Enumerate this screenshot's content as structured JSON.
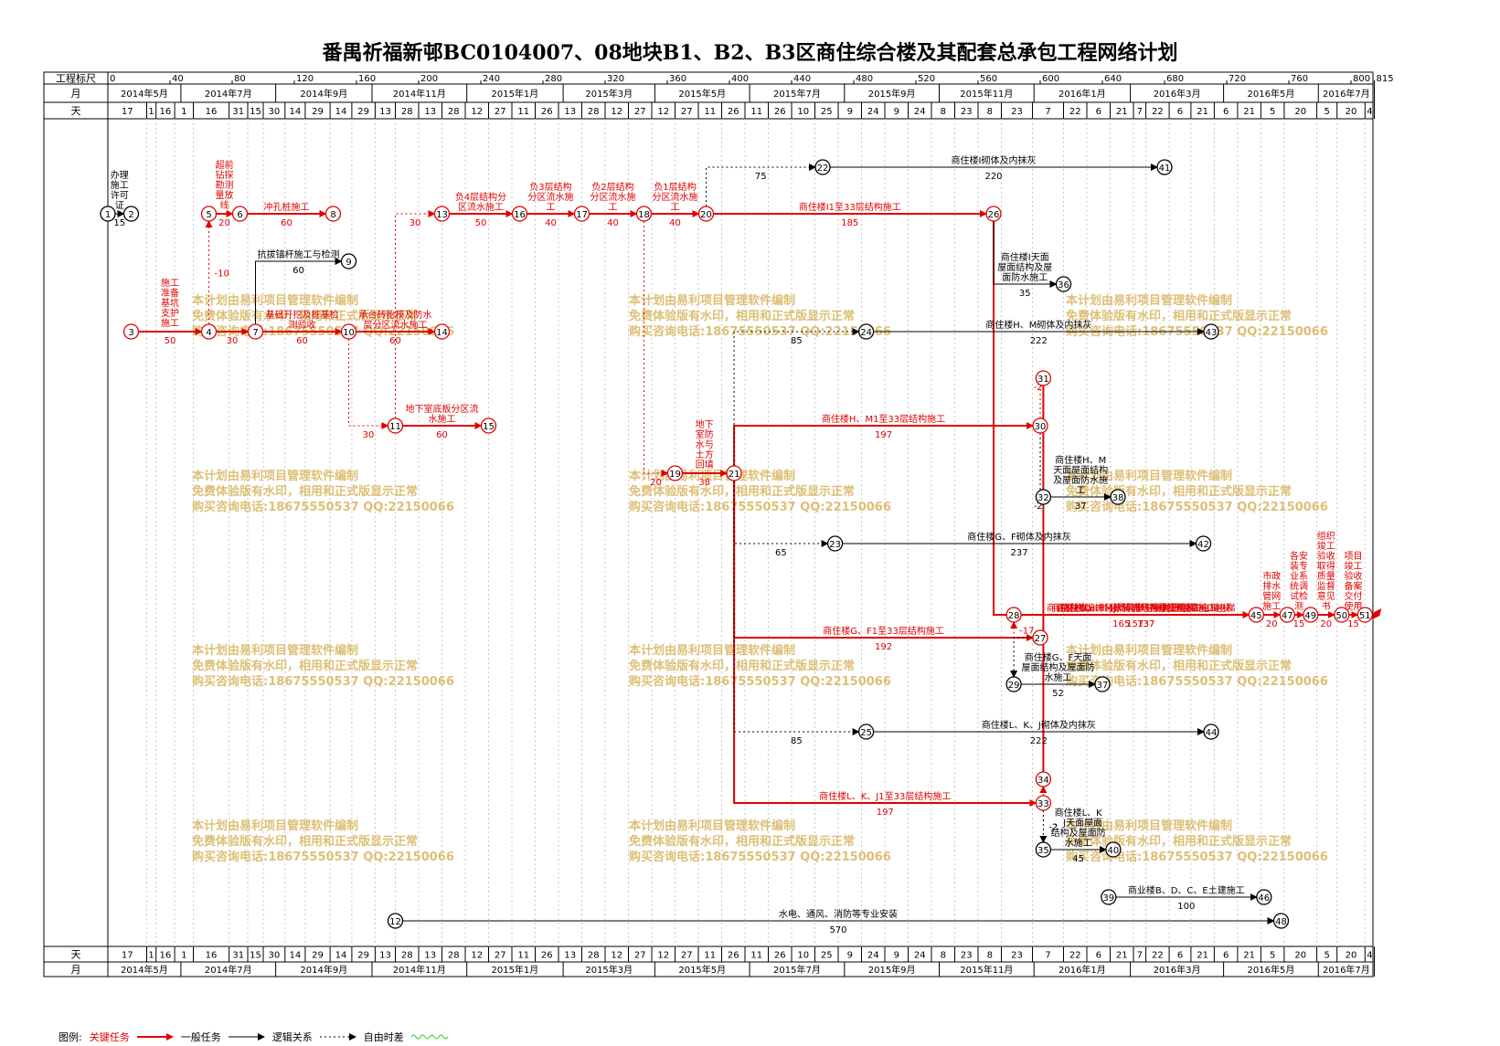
{
  "title": "番禺祈福新邨BC0104007、08地块B1、B2、B3区商住综合楼及其配套总承包工程网络计划",
  "header": {
    "row_labels": {
      "ruler": "工程标尺",
      "month": "月",
      "day": "天"
    },
    "ruler": [
      {
        "t": 0,
        "label": "0"
      },
      {
        "t": 40,
        "label": "40"
      },
      {
        "t": 80,
        "label": "80"
      },
      {
        "t": 120,
        "label": "120"
      },
      {
        "t": 160,
        "label": "160"
      },
      {
        "t": 200,
        "label": "200"
      },
      {
        "t": 240,
        "label": "240"
      },
      {
        "t": 280,
        "label": "280"
      },
      {
        "t": 320,
        "label": "320"
      },
      {
        "t": 360,
        "label": "360"
      },
      {
        "t": 400,
        "label": "400"
      },
      {
        "t": 440,
        "label": "440"
      },
      {
        "t": 480,
        "label": "480"
      },
      {
        "t": 520,
        "label": "520"
      },
      {
        "t": 560,
        "label": "560"
      },
      {
        "t": 600,
        "label": "600"
      },
      {
        "t": 640,
        "label": "640"
      },
      {
        "t": 680,
        "label": "680"
      },
      {
        "t": 720,
        "label": "720"
      },
      {
        "t": 760,
        "label": "760"
      },
      {
        "t": 800,
        "label": "800"
      },
      {
        "t": 815,
        "label": "815"
      }
    ],
    "months": [
      {
        "t0": 0,
        "t1": 47,
        "label": "2014年5月"
      },
      {
        "t0": 47,
        "t1": 108,
        "label": "2014年7月"
      },
      {
        "t0": 108,
        "t1": 170,
        "label": "2014年9月"
      },
      {
        "t0": 170,
        "t1": 231,
        "label": "2014年11月"
      },
      {
        "t0": 231,
        "t1": 293,
        "label": "2015年1月"
      },
      {
        "t0": 293,
        "t1": 352,
        "label": "2015年3月"
      },
      {
        "t0": 352,
        "t1": 413,
        "label": "2015年5月"
      },
      {
        "t0": 413,
        "t1": 474,
        "label": "2015年7月"
      },
      {
        "t0": 474,
        "t1": 535,
        "label": "2015年9月"
      },
      {
        "t0": 535,
        "t1": 596,
        "label": "2015年11月"
      },
      {
        "t0": 596,
        "t1": 658,
        "label": "2016年1月"
      },
      {
        "t0": 658,
        "t1": 718,
        "label": "2016年3月"
      },
      {
        "t0": 718,
        "t1": 779,
        "label": "2016年5月"
      },
      {
        "t0": 779,
        "t1": 815,
        "label": "2016年7月"
      }
    ],
    "days": [
      {
        "t0": 0,
        "t1": 25,
        "label": "17"
      },
      {
        "t0": 25,
        "t1": 31,
        "label": "1"
      },
      {
        "t0": 31,
        "t1": 43,
        "label": "16"
      },
      {
        "t0": 43,
        "t1": 55,
        "label": "1"
      },
      {
        "t0": 55,
        "t1": 78,
        "label": "16"
      },
      {
        "t0": 78,
        "t1": 90,
        "label": "31"
      },
      {
        "t0": 90,
        "t1": 100,
        "label": "15"
      },
      {
        "t0": 100,
        "t1": 114,
        "label": "30"
      },
      {
        "t0": 114,
        "t1": 127,
        "label": "14"
      },
      {
        "t0": 127,
        "t1": 143,
        "label": "29"
      },
      {
        "t0": 143,
        "t1": 157,
        "label": "14"
      },
      {
        "t0": 157,
        "t1": 172,
        "label": "29"
      },
      {
        "t0": 172,
        "t1": 185,
        "label": "13"
      },
      {
        "t0": 185,
        "t1": 200,
        "label": "28"
      },
      {
        "t0": 200,
        "t1": 215,
        "label": "13"
      },
      {
        "t0": 215,
        "t1": 230,
        "label": "28"
      },
      {
        "t0": 230,
        "t1": 245,
        "label": "12"
      },
      {
        "t0": 245,
        "t1": 260,
        "label": "27"
      },
      {
        "t0": 260,
        "t1": 275,
        "label": "11"
      },
      {
        "t0": 275,
        "t1": 290,
        "label": "26"
      },
      {
        "t0": 290,
        "t1": 305,
        "label": "13"
      },
      {
        "t0": 305,
        "t1": 320,
        "label": "28"
      },
      {
        "t0": 320,
        "t1": 335,
        "label": "12"
      },
      {
        "t0": 335,
        "t1": 350,
        "label": "27"
      },
      {
        "t0": 350,
        "t1": 365,
        "label": "12"
      },
      {
        "t0": 365,
        "t1": 380,
        "label": "27"
      },
      {
        "t0": 380,
        "t1": 395,
        "label": "11"
      },
      {
        "t0": 395,
        "t1": 410,
        "label": "26"
      },
      {
        "t0": 410,
        "t1": 425,
        "label": "11"
      },
      {
        "t0": 425,
        "t1": 440,
        "label": "26"
      },
      {
        "t0": 440,
        "t1": 455,
        "label": "10"
      },
      {
        "t0": 455,
        "t1": 470,
        "label": "25"
      },
      {
        "t0": 470,
        "t1": 485,
        "label": "9"
      },
      {
        "t0": 485,
        "t1": 500,
        "label": "24"
      },
      {
        "t0": 500,
        "t1": 515,
        "label": "9"
      },
      {
        "t0": 515,
        "t1": 530,
        "label": "24"
      },
      {
        "t0": 530,
        "t1": 545,
        "label": "8"
      },
      {
        "t0": 545,
        "t1": 560,
        "label": "23"
      },
      {
        "t0": 560,
        "t1": 575,
        "label": "8"
      },
      {
        "t0": 575,
        "t1": 595,
        "label": "23"
      },
      {
        "t0": 595,
        "t1": 615,
        "label": "7"
      },
      {
        "t0": 615,
        "t1": 630,
        "label": "22"
      },
      {
        "t0": 630,
        "t1": 645,
        "label": "6"
      },
      {
        "t0": 645,
        "t1": 660,
        "label": "21"
      },
      {
        "t0": 660,
        "t1": 668,
        "label": "7"
      },
      {
        "t0": 668,
        "t1": 683,
        "label": "22"
      },
      {
        "t0": 683,
        "t1": 697,
        "label": "6"
      },
      {
        "t0": 697,
        "t1": 712,
        "label": "21"
      },
      {
        "t0": 712,
        "t1": 727,
        "label": "6"
      },
      {
        "t0": 727,
        "t1": 742,
        "label": "21"
      },
      {
        "t0": 742,
        "t1": 757,
        "label": "5"
      },
      {
        "t0": 757,
        "t1": 778,
        "label": "20"
      },
      {
        "t0": 778,
        "t1": 791,
        "label": "5"
      },
      {
        "t0": 791,
        "t1": 809,
        "label": "20"
      },
      {
        "t0": 809,
        "t1": 815,
        "label": "4"
      }
    ]
  },
  "nodes": [
    {
      "id": "1",
      "t": 0,
      "lane": "l1"
    },
    {
      "id": "2",
      "t": 15,
      "lane": "l1"
    },
    {
      "id": "3",
      "t": 15,
      "lane": "l5"
    },
    {
      "id": "4",
      "t": 65,
      "lane": "l5"
    },
    {
      "id": "5",
      "t": 65,
      "lane": "l1"
    },
    {
      "id": "6",
      "t": 85,
      "lane": "l1"
    },
    {
      "id": "7",
      "t": 95,
      "lane": "l5"
    },
    {
      "id": "8",
      "t": 145,
      "lane": "l1"
    },
    {
      "id": "9",
      "t": 155,
      "lane": "l3"
    },
    {
      "id": "10",
      "t": 155,
      "lane": "l5"
    },
    {
      "id": "11",
      "t": 185,
      "lane": "l8"
    },
    {
      "id": "12",
      "t": 185,
      "lane": "l22"
    },
    {
      "id": "13",
      "t": 215,
      "lane": "l1"
    },
    {
      "id": "14",
      "t": 215,
      "lane": "l5"
    },
    {
      "id": "15",
      "t": 245,
      "lane": "l8"
    },
    {
      "id": "16",
      "t": 265,
      "lane": "l1"
    },
    {
      "id": "17",
      "t": 305,
      "lane": "l1"
    },
    {
      "id": "18",
      "t": 345,
      "lane": "l1"
    },
    {
      "id": "19",
      "t": 365,
      "lane": "l10"
    },
    {
      "id": "20",
      "t": 385,
      "lane": "l1"
    },
    {
      "id": "21",
      "t": 403,
      "lane": "l10"
    },
    {
      "id": "22",
      "t": 460,
      "lane": "l0"
    },
    {
      "id": "23",
      "t": 468,
      "lane": "l11"
    },
    {
      "id": "24",
      "t": 488,
      "lane": "l5"
    },
    {
      "id": "25",
      "t": 488,
      "lane": "l15"
    },
    {
      "id": "26",
      "t": 570,
      "lane": "l1"
    },
    {
      "id": "27",
      "t": 600,
      "lane": "l13"
    },
    {
      "id": "28",
      "t": 583,
      "lane": "l12"
    },
    {
      "id": "29",
      "t": 583,
      "lane": "l14"
    },
    {
      "id": "30",
      "t": 600,
      "lane": "l8"
    },
    {
      "id": "31",
      "t": 602,
      "lane": "l7"
    },
    {
      "id": "32",
      "t": 602,
      "lane": "l10b"
    },
    {
      "id": "33",
      "t": 602,
      "lane": "l17"
    },
    {
      "id": "34",
      "t": 602,
      "lane": "l16"
    },
    {
      "id": "35",
      "t": 602,
      "lane": "l19"
    },
    {
      "id": "36",
      "t": 615,
      "lane": "l3b"
    },
    {
      "id": "37",
      "t": 640,
      "lane": "l14"
    },
    {
      "id": "38",
      "t": 650,
      "lane": "l10b"
    },
    {
      "id": "39",
      "t": 644,
      "lane": "l20"
    },
    {
      "id": "40",
      "t": 647,
      "lane": "l19"
    },
    {
      "id": "41",
      "t": 680,
      "lane": "l0"
    },
    {
      "id": "42",
      "t": 705,
      "lane": "l11"
    },
    {
      "id": "43",
      "t": 710,
      "lane": "l5"
    },
    {
      "id": "44",
      "t": 710,
      "lane": "l15"
    },
    {
      "id": "45",
      "t": 739,
      "lane": "l12"
    },
    {
      "id": "46",
      "t": 744,
      "lane": "l20"
    },
    {
      "id": "47",
      "t": 759,
      "lane": "l12"
    },
    {
      "id": "48",
      "t": 755,
      "lane": "l22"
    },
    {
      "id": "49",
      "t": 774,
      "lane": "l12"
    },
    {
      "id": "50",
      "t": 794,
      "lane": "l12"
    },
    {
      "id": "51",
      "t": 809,
      "lane": "l12"
    }
  ],
  "activities": [
    {
      "from": "1",
      "to": "2",
      "type": "general",
      "name": "办理施工许可证",
      "dur": "15",
      "vertical_name": true
    },
    {
      "from": "3",
      "to": "4",
      "type": "critical",
      "name": "施工准备基坑支护施工",
      "dur": "50",
      "vertical_name": true
    },
    {
      "from": "5",
      "to": "6",
      "type": "critical",
      "name": "超前钻探勘测量放线",
      "dur": "20",
      "vertical_name": true
    },
    {
      "from": "6",
      "to": "8",
      "type": "critical",
      "name": "冲孔桩施工",
      "dur": "60"
    },
    {
      "from": "7",
      "to": "10",
      "type": "critical",
      "name": "基础开挖及桩基检测验收",
      "dur": "60"
    },
    {
      "from": "10",
      "to": "14",
      "type": "critical",
      "name": "承台砖胎模及防水层分区流水施工",
      "dur": "60"
    },
    {
      "from": "11",
      "to": "15",
      "type": "critical",
      "name": "地下室底板分区流水施工",
      "dur": "60"
    },
    {
      "from": "13",
      "to": "16",
      "type": "critical",
      "name": "负4层结构分区流水施工",
      "dur": "50"
    },
    {
      "from": "16",
      "to": "17",
      "type": "critical",
      "name": "负3层结构分区流水施工",
      "dur": "40"
    },
    {
      "from": "17",
      "to": "18",
      "type": "critical",
      "name": "负2层结构分区流水施工",
      "dur": "40"
    },
    {
      "from": "18",
      "to": "20",
      "type": "critical",
      "name": "负1层结构分区流水施工",
      "dur": "40"
    },
    {
      "from": "19",
      "to": "21",
      "type": "critical",
      "name": "地下室防水与土方回填",
      "dur": "38",
      "vertical_name": true
    },
    {
      "from": "20",
      "to": "26",
      "type": "critical",
      "name": "商住楼I1至33层结构施工",
      "dur": "185"
    },
    {
      "from": "26",
      "to": "45",
      "type": "critical",
      "name": "商住楼I外装饰与拆排栅塔吊施工电梯",
      "dur": "165"
    },
    {
      "from": "21",
      "to": "30",
      "type": "critical",
      "name": "商住楼H、M1至33层结构施工",
      "dur": "197"
    },
    {
      "from": "31",
      "to": "45",
      "type": "critical",
      "name": "商住楼H、M外装饰与拆排栅塔吊施工电梯",
      "dur": "137"
    },
    {
      "from": "21",
      "to": "27",
      "type": "critical",
      "name": "商住楼G、F1至33层结构施工",
      "dur": "192"
    },
    {
      "from": "28",
      "to": "45",
      "type": "critical",
      "name": "商住楼G、F外装饰与拆排栅塔吊施工电梯",
      "dur": "157"
    },
    {
      "from": "21",
      "to": "33",
      "type": "critical",
      "name": "商住楼L、K、J1至33层结构施工",
      "dur": "197"
    },
    {
      "from": "34",
      "to": "45",
      "type": "critical",
      "name": "商住楼L、K、J外装饰与拆排栅塔吊施工电梯",
      "dur": "137"
    },
    {
      "from": "45",
      "to": "47",
      "type": "critical",
      "name": "市政排水管网施工",
      "dur": "20",
      "vertical_name": true
    },
    {
      "from": "47",
      "to": "49",
      "type": "critical",
      "name": "各安装专业系统调试检测",
      "dur": "15",
      "vertical_name": true
    },
    {
      "from": "49",
      "to": "50",
      "type": "critical",
      "name": "组织竣工验收取得质量监督意见书",
      "dur": "20",
      "vertical_name": true
    },
    {
      "from": "50",
      "to": "51",
      "type": "critical",
      "name": "项目竣工验收备案交付使用",
      "dur": "15",
      "vertical_name": true
    },
    {
      "from": "7",
      "to": "9",
      "type": "general",
      "name": "抗拔锚杆施工与检测",
      "dur": "60"
    },
    {
      "from": "22",
      "to": "41",
      "type": "general",
      "name": "商住楼I砌体及内抹灰",
      "dur": "220"
    },
    {
      "from": "26",
      "to": "36",
      "type": "general",
      "name": "商住楼I天面屋面结构及屋面防水施工",
      "dur": "35"
    },
    {
      "from": "24",
      "to": "43",
      "type": "general",
      "name": "商住楼H、M砌体及内抹灰",
      "dur": "222"
    },
    {
      "from": "32",
      "to": "38",
      "type": "general",
      "name": "商住楼H、M天面屋面结构及屋面防水施工",
      "dur": "37"
    },
    {
      "from": "23",
      "to": "42",
      "type": "general",
      "name": "商住楼G、F砌体及内抹灰",
      "dur": "237"
    },
    {
      "from": "29",
      "to": "37",
      "type": "general",
      "name": "商住楼G、F天面屋面结构及屋面防水施工",
      "dur": "52"
    },
    {
      "from": "25",
      "to": "44",
      "type": "general",
      "name": "商住楼L、K、J砌体及内抹灰",
      "dur": "222"
    },
    {
      "from": "35",
      "to": "40",
      "type": "general",
      "name": "商住楼L、K、J天面屋面结构及屋面防水施工",
      "dur": "45"
    },
    {
      "from": "39",
      "to": "46",
      "type": "general",
      "name": "商业楼B、D、C、E土建施工",
      "dur": "100"
    },
    {
      "from": "12",
      "to": "48",
      "type": "general",
      "name": "水电、通风、消防等专业安装",
      "dur": "570"
    },
    {
      "from": "4",
      "to": "7",
      "type": "critical",
      "name": "",
      "dur": "30"
    },
    {
      "from": "10",
      "to": "11",
      "type": "dummy",
      "name": "",
      "dur": "30"
    },
    {
      "from": "11",
      "to": "13",
      "type": "dummy",
      "name": "",
      "dur": "30"
    },
    {
      "from": "18",
      "to": "19",
      "type": "dummy",
      "name": "",
      "dur": "20"
    },
    {
      "from": "20",
      "to": "22",
      "type": "dummy",
      "name": "",
      "dur": "75"
    },
    {
      "from": "21",
      "to": "24",
      "type": "dummy",
      "name": "",
      "dur": "85"
    },
    {
      "from": "21",
      "to": "23",
      "type": "dummy",
      "name": "",
      "dur": "65"
    },
    {
      "from": "21",
      "to": "25",
      "type": "dummy",
      "name": "",
      "dur": "85"
    },
    {
      "from": "4",
      "to": "5",
      "type": "dummy",
      "name": "",
      "dur": "-10"
    },
    {
      "from": "30",
      "to": "31",
      "type": "dummy",
      "name": "",
      "dur": "-2"
    },
    {
      "from": "30",
      "to": "32",
      "type": "dummy",
      "name": "",
      "dur": "-2"
    },
    {
      "from": "27",
      "to": "28",
      "type": "dummy",
      "name": "",
      "dur": "-17"
    },
    {
      "from": "27",
      "to": "29",
      "type": "dummy",
      "name": "",
      "dur": ""
    },
    {
      "from": "33",
      "to": "34",
      "type": "dummy",
      "name": "",
      "dur": ""
    },
    {
      "from": "33",
      "to": "35",
      "type": "dummy",
      "name": "",
      "dur": "-2"
    }
  ],
  "watermark_lines": [
    "本计划由易利项目管理软件编制",
    "免费体验版有水印，相用和正式版显示正常",
    "购买咨询电话:18675550537 QQ:22150066"
  ],
  "legend": {
    "prefix": "图例:",
    "critical": "关键任务",
    "general": "一般任务",
    "logic": "逻辑关系",
    "float": "自由时差"
  },
  "colors": {
    "critical": "#e00000",
    "general": "#000000",
    "watermark": "#d9b866",
    "float": "#33cc33"
  }
}
